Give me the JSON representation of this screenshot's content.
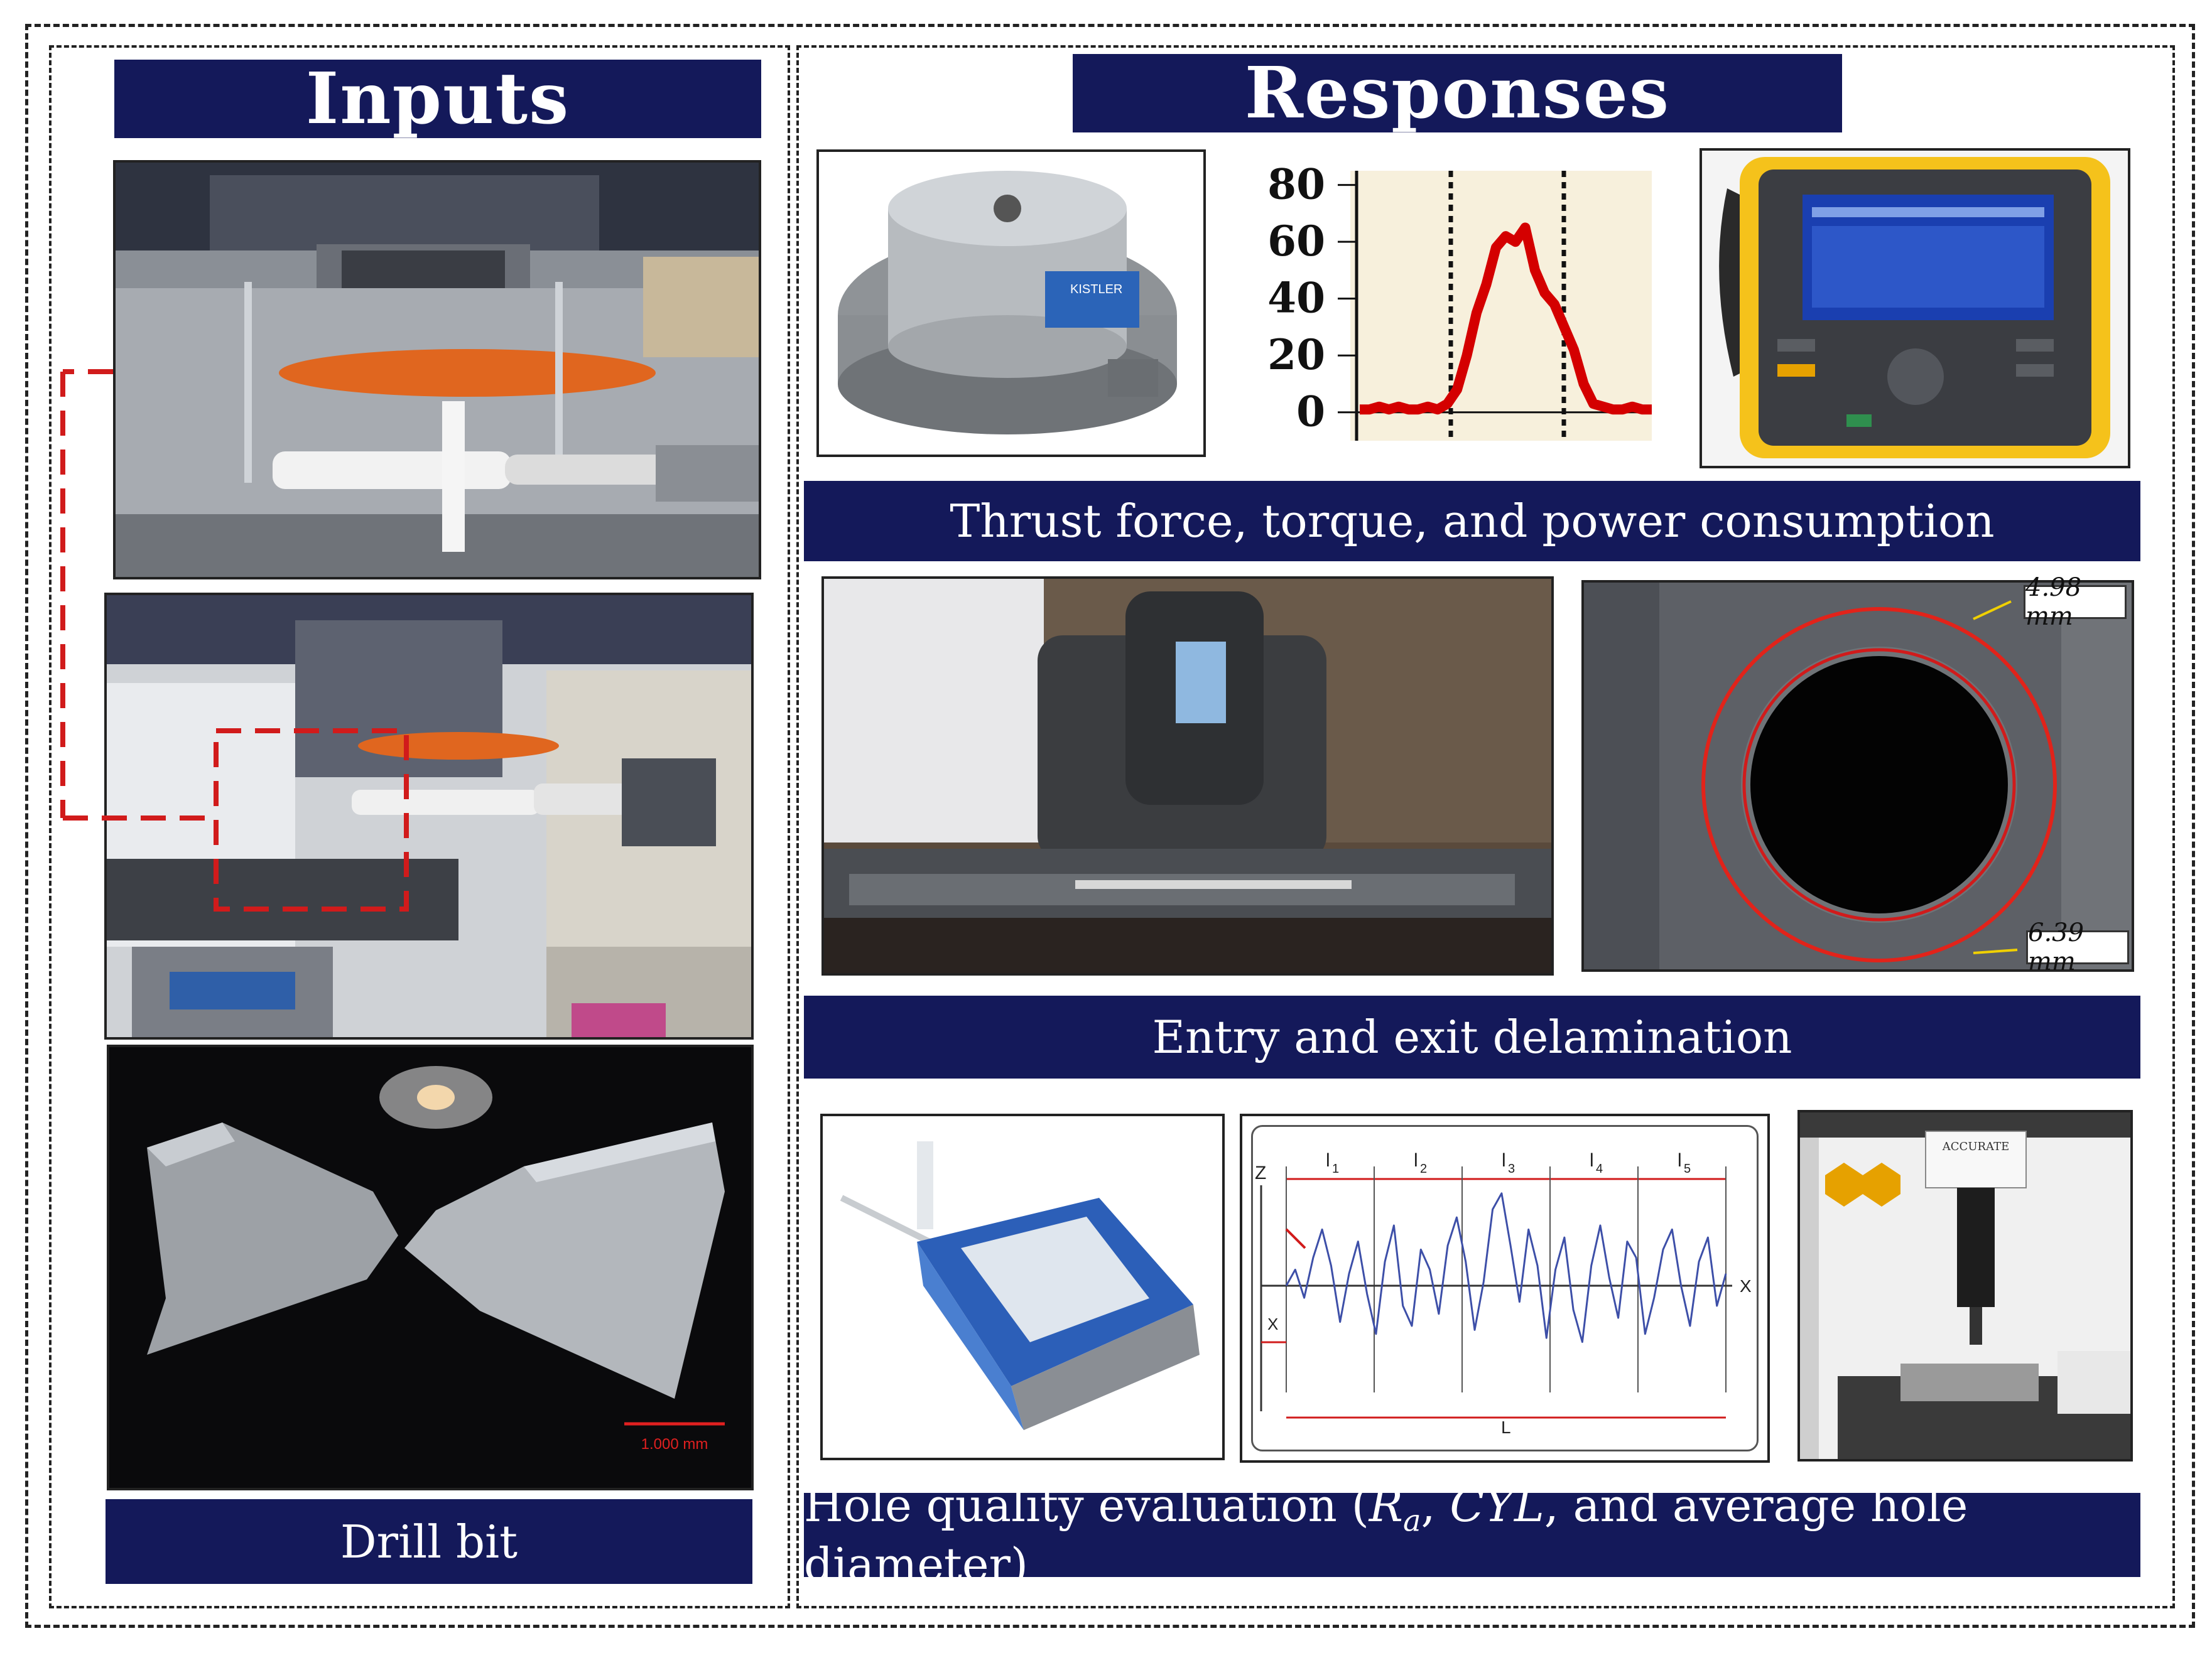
{
  "inputs": {
    "title": "Inputs",
    "drill_caption": "Drill bit",
    "scale_bar": "1.000 mm"
  },
  "responses": {
    "title": "Responses",
    "force_caption": "Thrust force, torque, and power consumption",
    "delam_caption": "Entry and exit delamination",
    "hole_caption_parts": [
      "Hole quality evaluation (",
      "R",
      "a",
      ", ",
      "CYL",
      ", and average hole diameter)"
    ]
  },
  "dynamometer": {
    "brand": "KISTLER"
  },
  "force_plot": {
    "chart_data": {
      "type": "line",
      "yticks": [
        "80",
        "60",
        "40",
        "20",
        "0"
      ],
      "ylim": [
        -10,
        85
      ],
      "series": [
        {
          "values": [
            1,
            1,
            2,
            1,
            2,
            1,
            1,
            2,
            1,
            3,
            8,
            20,
            35,
            45,
            58,
            62,
            60,
            65,
            50,
            42,
            38,
            30,
            22,
            10,
            3,
            2,
            1,
            1,
            2,
            1,
            1
          ]
        }
      ],
      "line_color": "#d40000"
    }
  },
  "delamination": {
    "entry_diameter": "4.98 mm",
    "exit_diameter": "6.39 mm"
  },
  "profile_chart": {
    "labels": {
      "z": "Z",
      "x_right": "X",
      "x_left": "X",
      "l": "L",
      "segments": [
        "l",
        "l",
        "l",
        "l",
        "l"
      ],
      "subs": [
        "1",
        "2",
        "3",
        "4",
        "5"
      ]
    },
    "chart_data": {
      "type": "line",
      "series": [
        {
          "values": [
            0,
            8,
            -6,
            14,
            28,
            10,
            -18,
            6,
            22,
            -4,
            -24,
            12,
            30,
            -10,
            -20,
            18,
            8,
            -14,
            20,
            34,
            12,
            -22,
            2,
            38,
            46,
            20,
            -8,
            28,
            10,
            -26,
            8,
            24,
            -12,
            -28,
            10,
            30,
            4,
            -16,
            22,
            14,
            -24,
            -6,
            18,
            28,
            0,
            -20,
            12,
            24,
            -10,
            6
          ]
        }
      ],
      "line_color": "#3d4fa8"
    }
  },
  "cmm": {
    "brand": "ACCURATE"
  }
}
